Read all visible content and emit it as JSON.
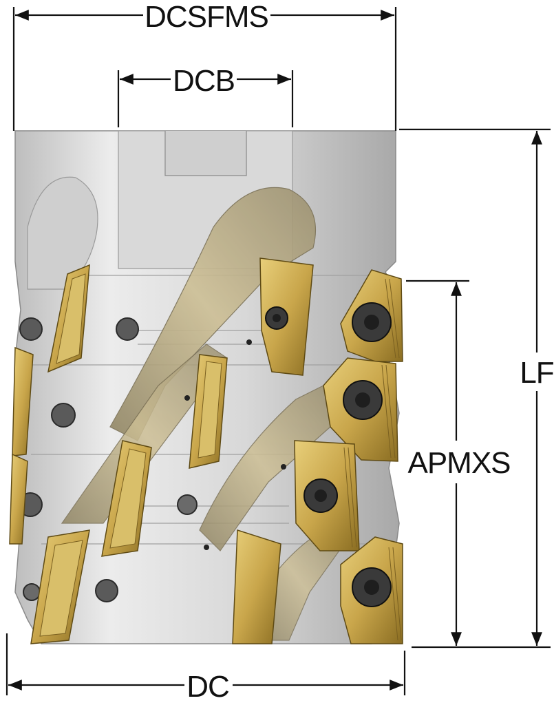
{
  "labels": {
    "dcsfms": "DCSFMS",
    "dcb": "DCB",
    "lf": "LF",
    "apmxs": "APMXS",
    "dc": "DC"
  },
  "colors": {
    "body_light": "#e4e4e4",
    "body_mid": "#c9c9c9",
    "body_dark": "#9a9a9a",
    "insert_gold": "#c9a64b",
    "insert_dark": "#8a6d22",
    "screw": "#3a3a3a",
    "line": "#111111"
  },
  "icons": [
    "milling-cutter-body",
    "cutting-insert",
    "torx-screw"
  ]
}
